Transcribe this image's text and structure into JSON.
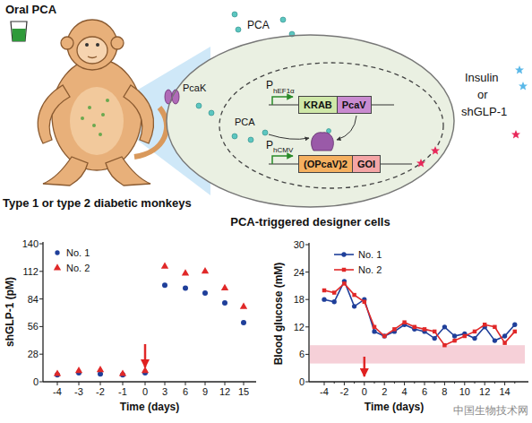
{
  "diagram": {
    "nodes": [
      {
        "text": [
          "PCA-triggered designer cells"
        ]
      },
      {
        "text": [
          "KRAB"
        ],
        "in": 0
      },
      {
        "text": [
          "PcaV"
        ],
        "in": 0
      },
      {
        "text": [
          "(OPcaV)2"
        ],
        "in": 0
      },
      {
        "text": [
          "GOI"
        ],
        "in": 0
      }
    ],
    "labels": [
      "Oral PCA",
      "PCA",
      "PcaK",
      "P",
      "hEF1α",
      "PCA",
      "P",
      "hCMV",
      "Insulin",
      "or",
      "shGLP-1",
      "Type 1 or type 2 diabetic monkeys",
      "shGLP-1 (pM)",
      "140",
      "112",
      "84",
      "56",
      "28",
      "0",
      "-4",
      "-3",
      "-2",
      "-1",
      "0",
      "3",
      "6",
      "9",
      "12",
      "15",
      "Time (days)",
      "Blood glucose (mM)",
      "30",
      "24",
      "18",
      "12",
      "6",
      "0",
      "-4",
      "-2",
      "0",
      "2",
      "4",
      "6",
      "8",
      "10",
      "12",
      "14",
      "Time (days)",
      "中国生物技术网"
    ],
    "legend": [
      {
        "text": "No. 1"
      },
      {
        "text": "No. 2"
      },
      {
        "text": "No. 1"
      },
      {
        "text": "No. 2"
      }
    ]
  }
}
